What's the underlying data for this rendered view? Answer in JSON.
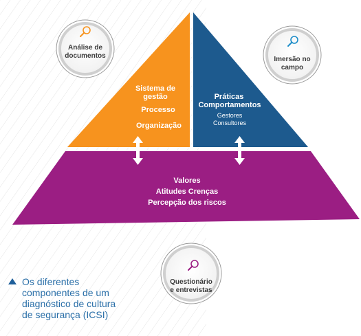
{
  "colors": {
    "orange": "#F7931E",
    "blue": "#1D5A8E",
    "purple": "#9B1E83",
    "caption": "#2A6FA8",
    "icon_orange": "#F7931E",
    "icon_blue": "#1A8CC8",
    "icon_purple": "#9B1E83"
  },
  "left_block": {
    "title_line1": "Sistema de",
    "title_line2": "gestão",
    "item1": "Processo",
    "item2": "Organização"
  },
  "right_block": {
    "title1": "Práticas",
    "title2": "Comportamentos",
    "sub1": "Gestores",
    "sub2": "Consultores"
  },
  "base_block": {
    "line1": "Valores",
    "line2": "Atitudes Crenças",
    "line3": "Percepção dos riscos"
  },
  "circles": {
    "docs": {
      "line1": "Análise de",
      "line2": "documentos",
      "icon": "magnifier-icon"
    },
    "field": {
      "line1": "Imersão no",
      "line2": "campo",
      "icon": "magnifier-icon"
    },
    "survey": {
      "line1": "Questionário",
      "line2": "e entrevistas",
      "icon": "magnifier-icon"
    }
  },
  "caption": {
    "line1": "Os diferentes",
    "line2": "componentes de um",
    "line3": "diagnóstico de cultura",
    "line4": "de segurança (ICSI)"
  }
}
